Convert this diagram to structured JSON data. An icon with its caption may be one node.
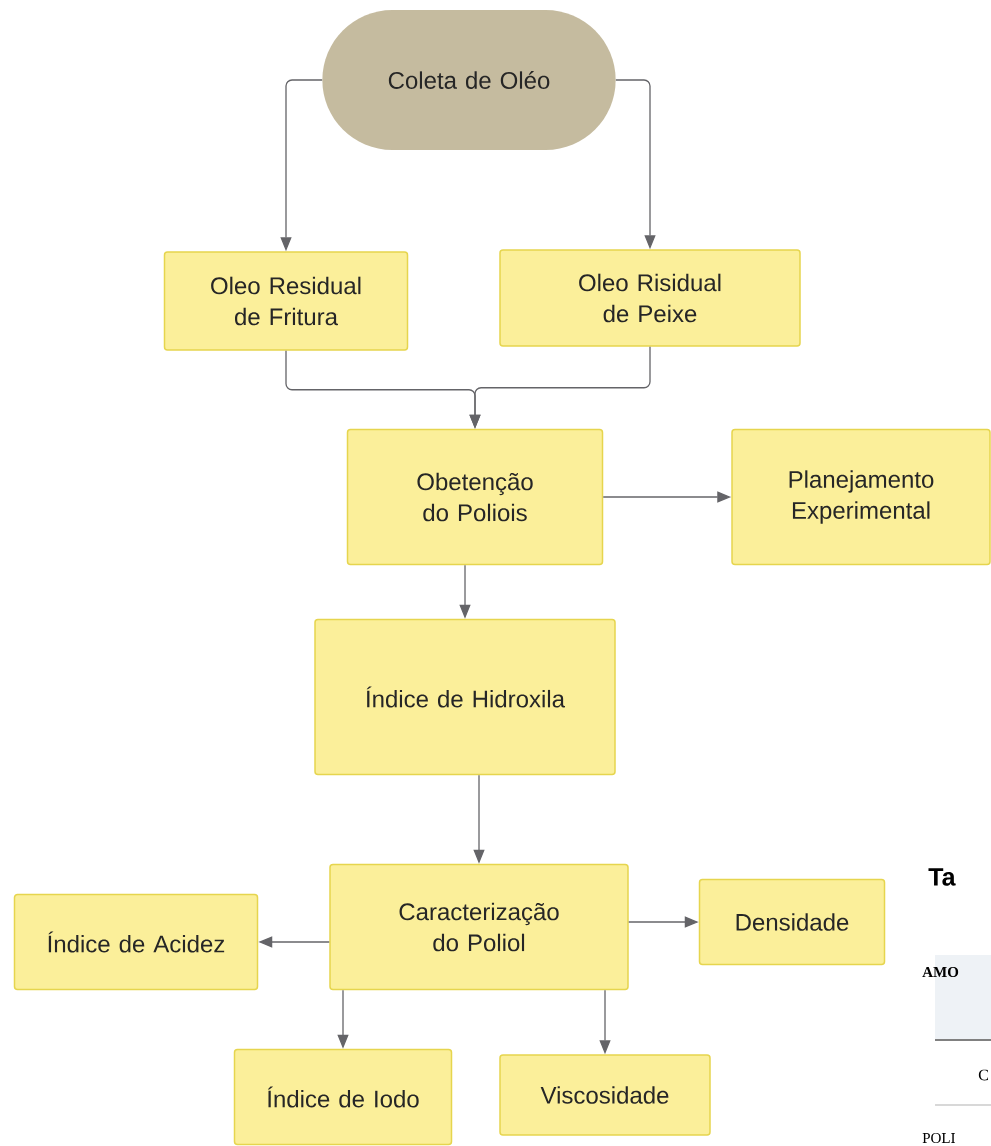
{
  "diagram": {
    "nodes": [
      {
        "text": [
          "Coleta de Oléo"
        ]
      },
      {
        "text": [
          "Oleo Residual de Fritura"
        ]
      },
      {
        "text": [
          "Oleo Risidual de Peixe"
        ]
      },
      {
        "text": [
          "Obetenção do Poliois"
        ]
      },
      {
        "text": [
          "Planejamento Experimental"
        ]
      },
      {
        "text": [
          "Índice de Hidroxila"
        ]
      },
      {
        "text": [
          "Caracterização do Poliol"
        ]
      },
      {
        "text": [
          "Índice de Acidez"
        ]
      },
      {
        "text": [
          "Densidade"
        ]
      },
      {
        "text": [
          "Índice de Iodo"
        ]
      },
      {
        "text": [
          "Viscosidade"
        ]
      }
    ],
    "edges": [
      {
        "from": 0,
        "to": 1,
        "arrow": "to"
      },
      {
        "from": 0,
        "to": 2,
        "arrow": "to"
      },
      {
        "from": 1,
        "to": 3,
        "arrow": "to"
      },
      {
        "from": 2,
        "to": 3,
        "arrow": "to"
      },
      {
        "from": 3,
        "to": 4,
        "arrow": "to"
      },
      {
        "from": 3,
        "to": 5,
        "arrow": "to"
      },
      {
        "from": 5,
        "to": 6,
        "arrow": "to"
      },
      {
        "from": 6,
        "to": 7,
        "arrow": "to"
      },
      {
        "from": 6,
        "to": 8,
        "arrow": "to"
      },
      {
        "from": 6,
        "to": 9,
        "arrow": "to"
      },
      {
        "from": 6,
        "to": 10,
        "arrow": "to"
      }
    ],
    "labels": [
      "Ta",
      "AMO",
      "C",
      "POLI"
    ]
  }
}
